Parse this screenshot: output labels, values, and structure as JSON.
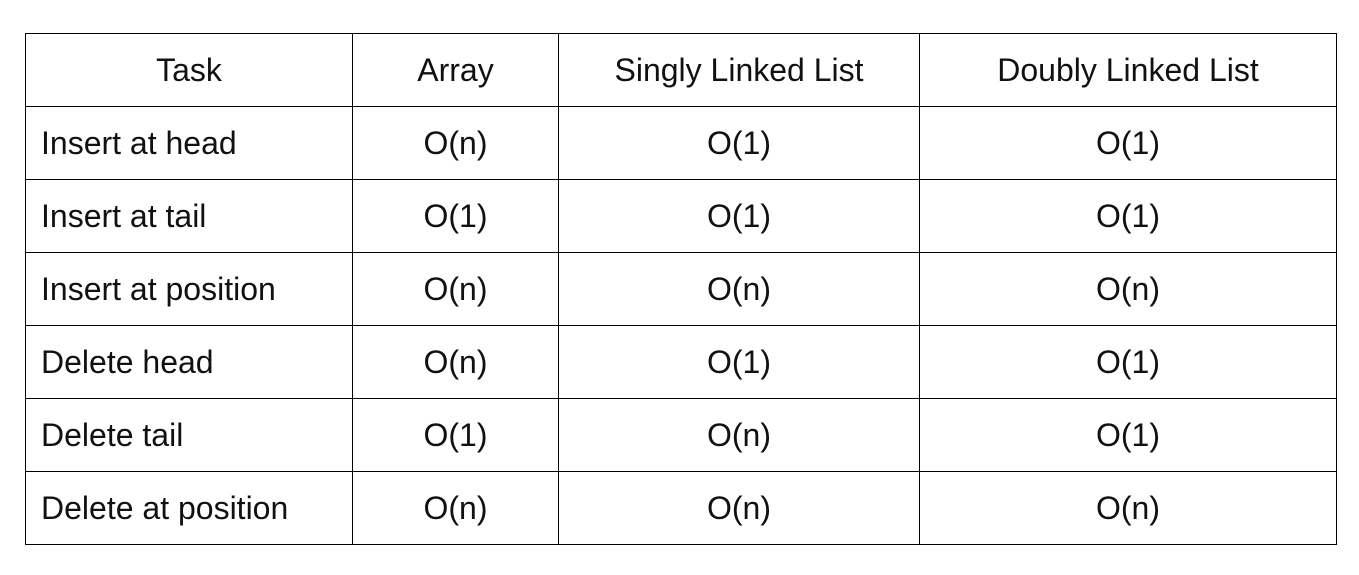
{
  "table": {
    "headers": [
      "Task",
      "Array",
      "Singly Linked List",
      "Doubly Linked List"
    ],
    "rows": [
      [
        "Insert at head",
        "O(n)",
        "O(1)",
        "O(1)"
      ],
      [
        "Insert at tail",
        "O(1)",
        "O(1)",
        "O(1)"
      ],
      [
        "Insert at position",
        "O(n)",
        "O(n)",
        "O(n)"
      ],
      [
        "Delete head",
        "O(n)",
        "O(1)",
        "O(1)"
      ],
      [
        "Delete tail",
        "O(1)",
        "O(n)",
        "O(1)"
      ],
      [
        "Delete at position",
        "O(n)",
        "O(n)",
        "O(n)"
      ]
    ]
  }
}
